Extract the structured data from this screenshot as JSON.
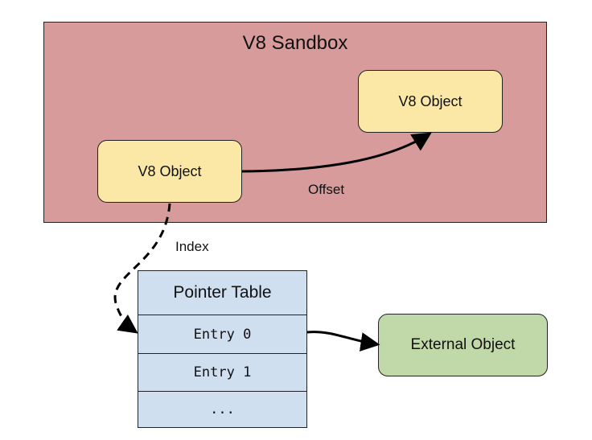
{
  "sandbox": {
    "title": "V8 Sandbox"
  },
  "objects": {
    "left": "V8 Object",
    "right": "V8 Object"
  },
  "labels": {
    "offset": "Offset",
    "index": "Index"
  },
  "pointer_table": {
    "header": "Pointer Table",
    "entries": [
      "Entry 0",
      "Entry 1",
      "..."
    ]
  },
  "external": {
    "label": "External Object"
  }
}
